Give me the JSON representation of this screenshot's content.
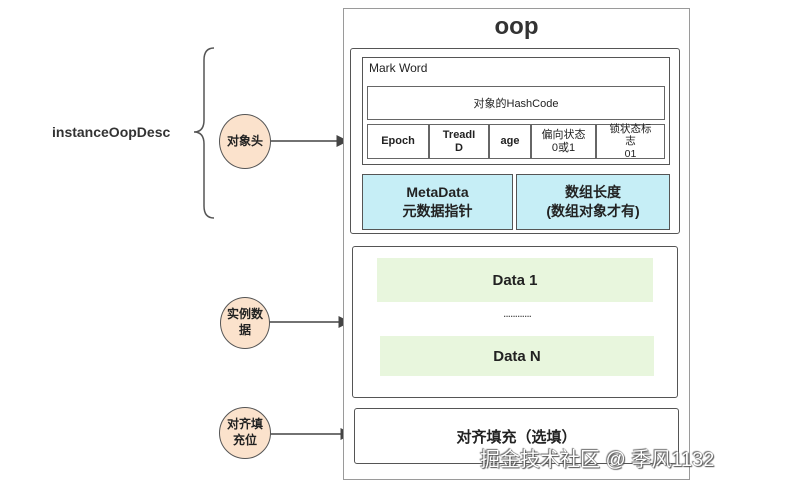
{
  "oop_title": "oop",
  "instance_label": "instanceOopDesc",
  "circles": {
    "header": "对象头",
    "instance_data": "实例数\n据",
    "padding": "对齐填\n充位"
  },
  "mark_word": {
    "label": "Mark Word",
    "hashcode": "对象的HashCode",
    "cells": [
      "Epoch",
      "TreadI\nD",
      "age",
      "偏向状态\n0或1",
      "锁状态标\n志\n01"
    ]
  },
  "metadata": {
    "pointer": "MetaData\n元数据指针",
    "array_length": "数组长度\n(数组对象才有)"
  },
  "instance_data": {
    "first": "Data 1",
    "dots": "............",
    "last": "Data N"
  },
  "padding_label": "对齐填充（选填）",
  "watermark": "掘金技术社区 @ 季风1132",
  "colors": {
    "circle_fill": "#fbe2cc",
    "metadata_fill": "#c6eef6",
    "data_fill": "#e8f6dd"
  }
}
